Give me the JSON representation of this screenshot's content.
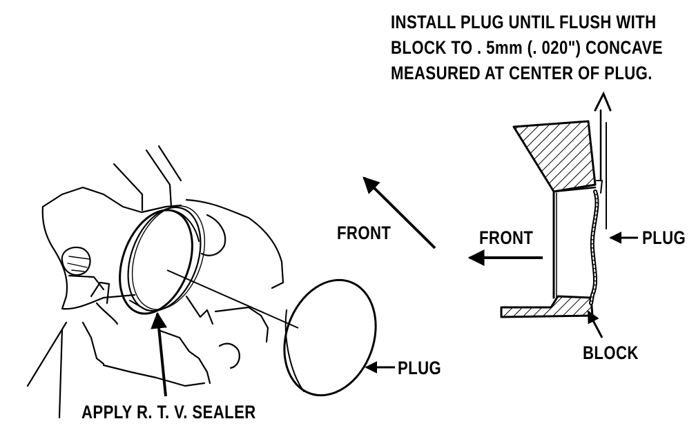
{
  "figure": {
    "note": {
      "lines": [
        "INSTALL PLUG UNTIL FLUSH WITH",
        "BLOCK TO . 5mm (. 020\") CONCAVE",
        "MEASURED AT CENTER OF PLUG."
      ]
    },
    "labels": {
      "front_left": "FRONT",
      "front_right": "FRONT",
      "plug_right": "PLUG",
      "block": "BLOCK",
      "plug_bottom": "PLUG",
      "sealer": "APPLY R. T. V.  SEALER"
    }
  }
}
